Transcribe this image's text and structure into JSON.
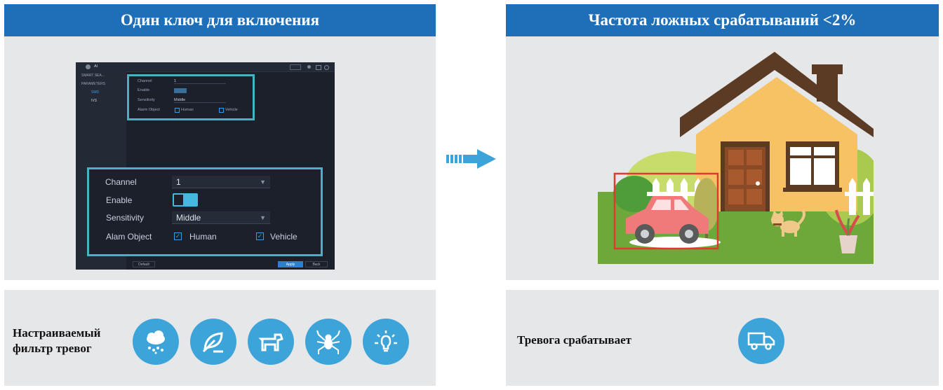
{
  "left_header": "Один ключ для включения",
  "right_header": "Частота ложных срабатываний <2%",
  "dvr": {
    "title": "AI",
    "sidebar": [
      "SMART SEA...",
      "PARAMETERS",
      "SMD",
      "IVS"
    ],
    "small_form": {
      "channel_label": "Channel",
      "channel_value": "1",
      "enable_label": "Enable",
      "sensitivity_label": "Sensitivity",
      "sensitivity_value": "Middle",
      "object_label": "Alarm Object",
      "human": "Human",
      "vehicle": "Vehicle"
    },
    "big_form": {
      "channel_label": "Channel",
      "channel_value": "1",
      "enable_label": "Enable",
      "sensitivity_label": "Sensitivity",
      "sensitivity_value": "Middle",
      "object_label": "Alam Object",
      "human": "Human",
      "vehicle": "Vehicle"
    },
    "buttons": {
      "default": "Default",
      "apply": "Apply",
      "back": "Back"
    }
  },
  "bottom_left_label_line1": "Настраиваемый",
  "bottom_left_label_line2": "фильтр тревог",
  "filter_icons": [
    "rain-snow-icon",
    "leaf-icon",
    "dog-icon",
    "spider-icon",
    "light-bulb-icon"
  ],
  "bottom_right_label": "Тревога срабатывает",
  "alarm_icon": "truck-icon",
  "colors": {
    "header_blue": "#1f6fb8",
    "icon_blue": "#3da4da",
    "panel_gray": "#e6e7e9",
    "highlight": "#45b3c4",
    "detection_box": "#e03a2f"
  }
}
